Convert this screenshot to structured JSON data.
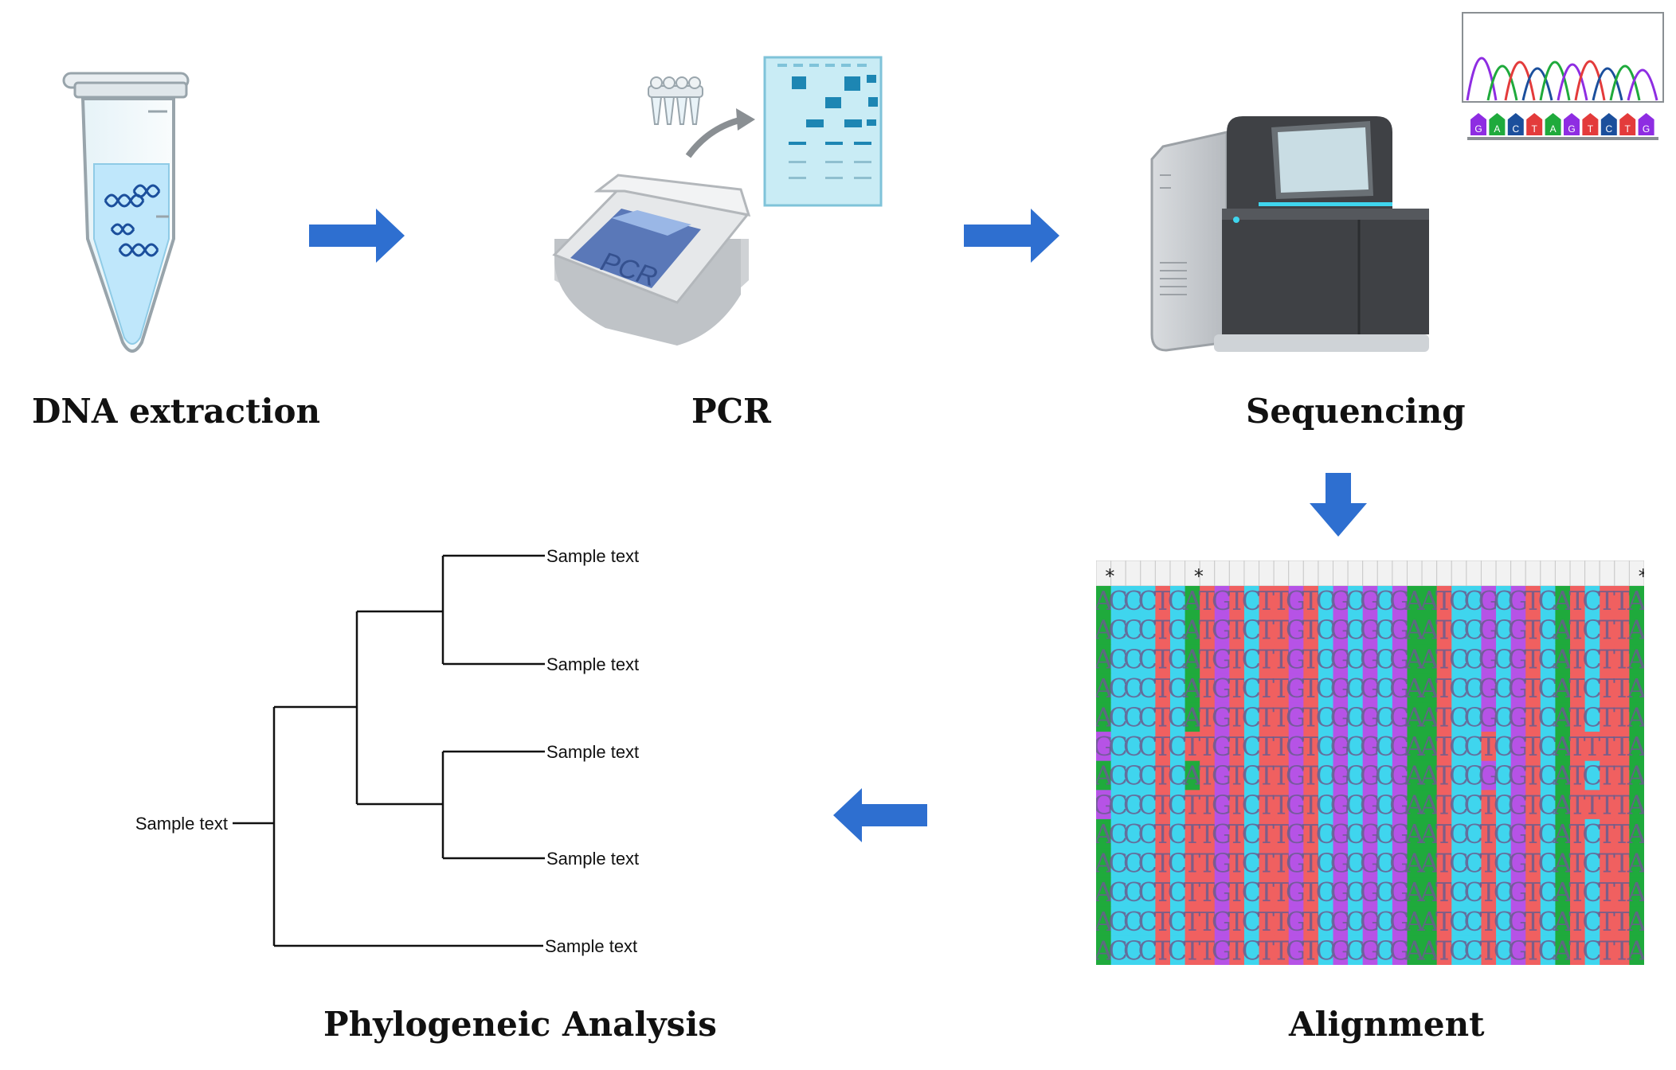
{
  "stages": {
    "dna_extraction": "DNA extraction",
    "pcr": "PCR",
    "sequencing": "Sequencing",
    "alignment": "Alignment",
    "phylogenetic_analysis": "Phylogeneic Analysis"
  },
  "pcr_machine_label": "PCR",
  "chromatogram_bases": [
    "G",
    "A",
    "C",
    "T",
    "A",
    "G",
    "T",
    "C",
    "T",
    "G"
  ],
  "tree": {
    "root_label": "Sample text",
    "leaf_labels": [
      "Sample text",
      "Sample text",
      "Sample text",
      "Sample text",
      "Sample text"
    ]
  },
  "alignment": {
    "conservation_marks": [
      {
        "column": 1,
        "mark": "*"
      },
      {
        "column": 7,
        "mark": "*"
      },
      {
        "column": 37,
        "mark": "*"
      }
    ],
    "sequences": [
      "ACCCTCATGTCTTGTCGCGCGAATCCGCGTCATCTTA",
      "ACCCTCATGTCTTGTCGCGCGAATCCGCGTCATCTTA",
      "ACCCTCATGTCTTGTCGCGCGAATCCGCGTCATCTTA",
      "ACCCTCATGTCTTGTCGCGCGAATCCGCGTCATCTTA",
      "ACCCTCATGTCTTGTCGCGCGAATCCGCGTCATCTTA",
      "GCCCTCTTGTCTTGTCGCGCGAATCCTCGTCATTTTA",
      "ACCCTCATGTCTTGTCGCGCGAATCCGCGTCATCTTA",
      "GCCCTCTTGTCTTGTCGCGCGAATCCTCGTCATTTTA",
      "ACCCTCTTGTCTTGTCGCGCGAATCCTCGTCATCTTA",
      "ACCCTCTTGTCTTGTCGCGCGAATCCTCGTCATCTTA",
      "ACCCTCTTGTCTTGTCGCGCGAATCCTCGTCATCTTA",
      "ACCCTCTTGTCTTGTCGCGCGAATCCTCGTCATCTTA",
      "ACCCTCTTGTCTTGTCGCGCGAATCCTCGTCATCTTA"
    ]
  },
  "colors": {
    "arrow": "#2e6fd0",
    "base_A": "#1faa3c",
    "base_C": "#3fd5ee",
    "base_G": "#b653e6",
    "base_T": "#f06060",
    "tube_liquid": "#bfe7fb",
    "dna": "#1b4f9c",
    "sequencer_body": "#3f4145",
    "gel": "#c9ecf5"
  }
}
